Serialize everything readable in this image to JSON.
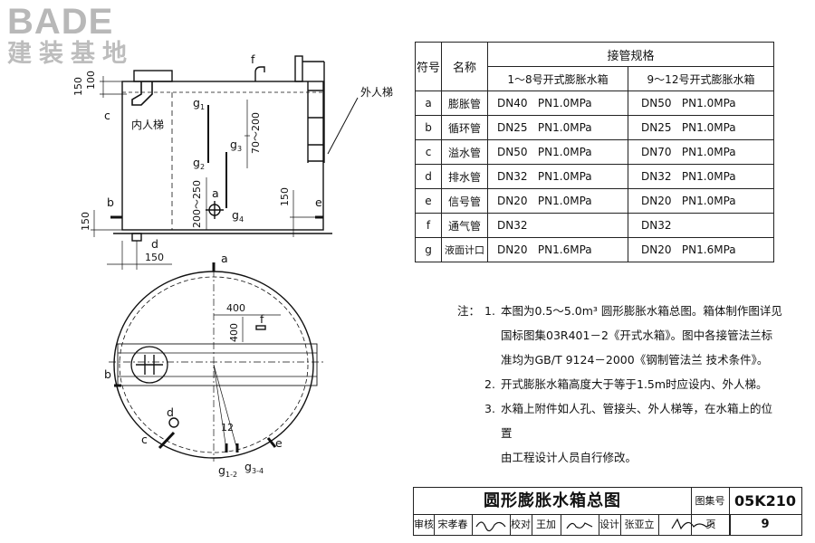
{
  "logo": {
    "en": "BADE",
    "cn": "建装基地"
  },
  "drawing_labels": {
    "f": "f",
    "dim_100": "100",
    "dim_150_top": "150",
    "c": "c",
    "outer_ladder": "外人梯",
    "inner_ladder": "内人梯",
    "g1": "g",
    "g1_sub": "1",
    "g2": "g",
    "g2_sub": "2",
    "g3": "g",
    "g3_sub": "3",
    "g4": "g",
    "g4_sub": "4",
    "dim_70_200": "70～200",
    "dim_200_250": "200～250",
    "a": "a",
    "b": "b",
    "dim_150_left": "150",
    "dim_150_right": "150",
    "e": "e",
    "d": "d",
    "dim_150_bottom": "150",
    "plan_a": "a",
    "plan_400_h": "400",
    "plan_f": "f",
    "plan_400_v": "400",
    "plan_b": "b",
    "plan_d": "d",
    "plan_c": "c",
    "plan_12": "12",
    "plan_e": "e",
    "plan_g12": "g",
    "plan_g12_sub": "1-2",
    "plan_g34": "g",
    "plan_g34_sub": "3-4"
  },
  "table": {
    "h_symbol": "符号",
    "h_name": "名称",
    "h_spec": "接管规格",
    "h_col1": "1～8号开式膨胀水箱",
    "h_col2": "9～12号开式膨胀水箱",
    "rows": [
      {
        "sym": "a",
        "name": "膨胀管",
        "v1": "DN40   PN1.0MPa",
        "v2": "DN50   PN1.0MPa"
      },
      {
        "sym": "b",
        "name": "循环管",
        "v1": "DN25   PN1.0MPa",
        "v2": "DN25   PN1.0MPa"
      },
      {
        "sym": "c",
        "name": "溢水管",
        "v1": "DN50   PN1.0MPa",
        "v2": "DN70   PN1.0MPa"
      },
      {
        "sym": "d",
        "name": "排水管",
        "v1": "DN32   PN1.0MPa",
        "v2": "DN32   PN1.0MPa"
      },
      {
        "sym": "e",
        "name": "信号管",
        "v1": "DN20   PN1.0MPa",
        "v2": "DN20   PN1.0MPa"
      },
      {
        "sym": "f",
        "name": "通气管",
        "v1": "DN32",
        "v2": "DN32"
      },
      {
        "sym": "g",
        "name": "液面计口",
        "v1": "DN20   PN1.6MPa",
        "v2": "DN20   PN1.6MPa"
      }
    ]
  },
  "notes": {
    "label": "注：",
    "items": [
      {
        "num": "1.",
        "lines": [
          "本图为0.5～5.0m³ 圆形膨胀水箱总图。箱体制作图详见",
          "国标图集03R401－2《开式水箱》。图中各接管法兰标",
          "准均为GB/T 9124－2000《钢制管法兰 技术条件》。"
        ]
      },
      {
        "num": "2.",
        "lines": [
          "开式膨胀水箱高度大于等于1.5m时应设内、外人梯。"
        ]
      },
      {
        "num": "3.",
        "lines": [
          "水箱上附件如人孔、管接头、外人梯等，在水箱上的位置",
          "由工程设计人员自行修改。"
        ]
      }
    ]
  },
  "title_block": {
    "title": "圆形膨胀水箱总图",
    "atlas_label": "图集号",
    "atlas_no": "05K210",
    "page_label": "页",
    "page_no": "9",
    "review_label": "审核",
    "reviewer": "宋孝春",
    "check_label": "校对",
    "checker": "王加",
    "design_label": "设计",
    "designer": "张亚立"
  }
}
